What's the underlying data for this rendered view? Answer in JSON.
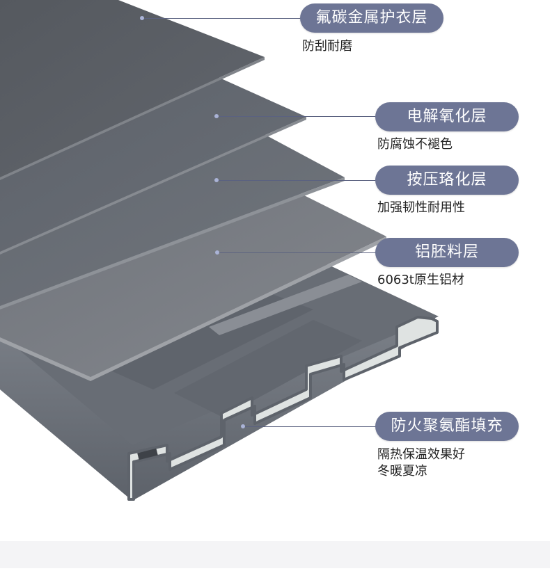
{
  "colors": {
    "pill_bg": "#6d7595",
    "pill_text": "#ffffff",
    "desc_text": "#222222",
    "layer_dark": "#5b606a",
    "layer_mid": "#676c76",
    "layer_light": "#7b7f86",
    "profile_face": "#6b7078",
    "profile_core": "#dfe3e2"
  },
  "layers": [
    {
      "title": "氟碳金属护衣层",
      "desc_lines": [
        "防刮耐磨"
      ]
    },
    {
      "title": "电解氧化层",
      "desc_lines": [
        "防腐蚀不褪色"
      ]
    },
    {
      "title": "按压珞化层",
      "desc_lines": [
        "加强韧性耐用性"
      ]
    },
    {
      "title": "铝胚料层",
      "desc_lines": [
        "6063t原生铝材"
      ]
    },
    {
      "title": "防火聚氨酯填充",
      "desc_lines": [
        "隔热保温效果好",
        "冬暖夏凉"
      ]
    }
  ]
}
